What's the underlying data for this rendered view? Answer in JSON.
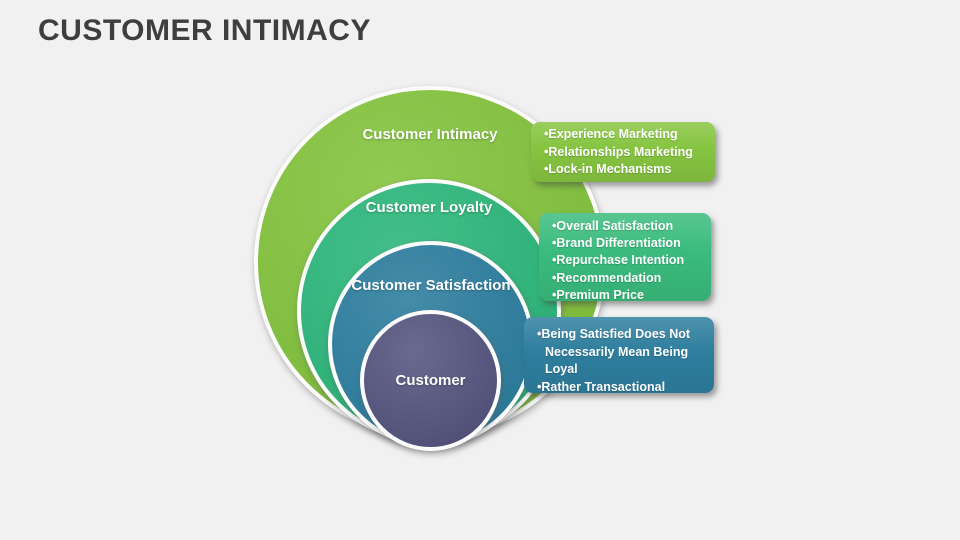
{
  "title": "CUSTOMER INTIMACY",
  "rings": [
    {
      "id": "customer-intimacy",
      "label": "Customer Intimacy",
      "color": "#84C43E"
    },
    {
      "id": "customer-loyalty",
      "label": "Customer Loyalty",
      "color": "#2EB87C"
    },
    {
      "id": "customer-satisfaction",
      "label": "Customer Satisfaction",
      "color": "#2E7FA0"
    },
    {
      "id": "customer",
      "label": "Customer",
      "color": "#555580"
    }
  ],
  "callouts": [
    {
      "id": "intimacy-details",
      "color": "#86C440",
      "items": [
        "Experience Marketing",
        "Relationships Marketing",
        "Lock-in Mechanisms"
      ]
    },
    {
      "id": "loyalty-details",
      "color": "#3ABB7D",
      "items": [
        "Overall Satisfaction",
        "Brand Differentiation",
        "Repurchase Intention",
        "Recommendation",
        "Premium Price"
      ]
    },
    {
      "id": "satisfaction-details",
      "color": "#2E7E9E",
      "items": [
        "Being Satisfied Does Not Necessarily Mean Being Loyal",
        "Rather Transactional"
      ]
    }
  ],
  "colors": {
    "background": "#F1F1F1",
    "title_text": "#3E3E3E",
    "ring_border": "#FCFCFC",
    "label_text": "#FFFFFF"
  }
}
